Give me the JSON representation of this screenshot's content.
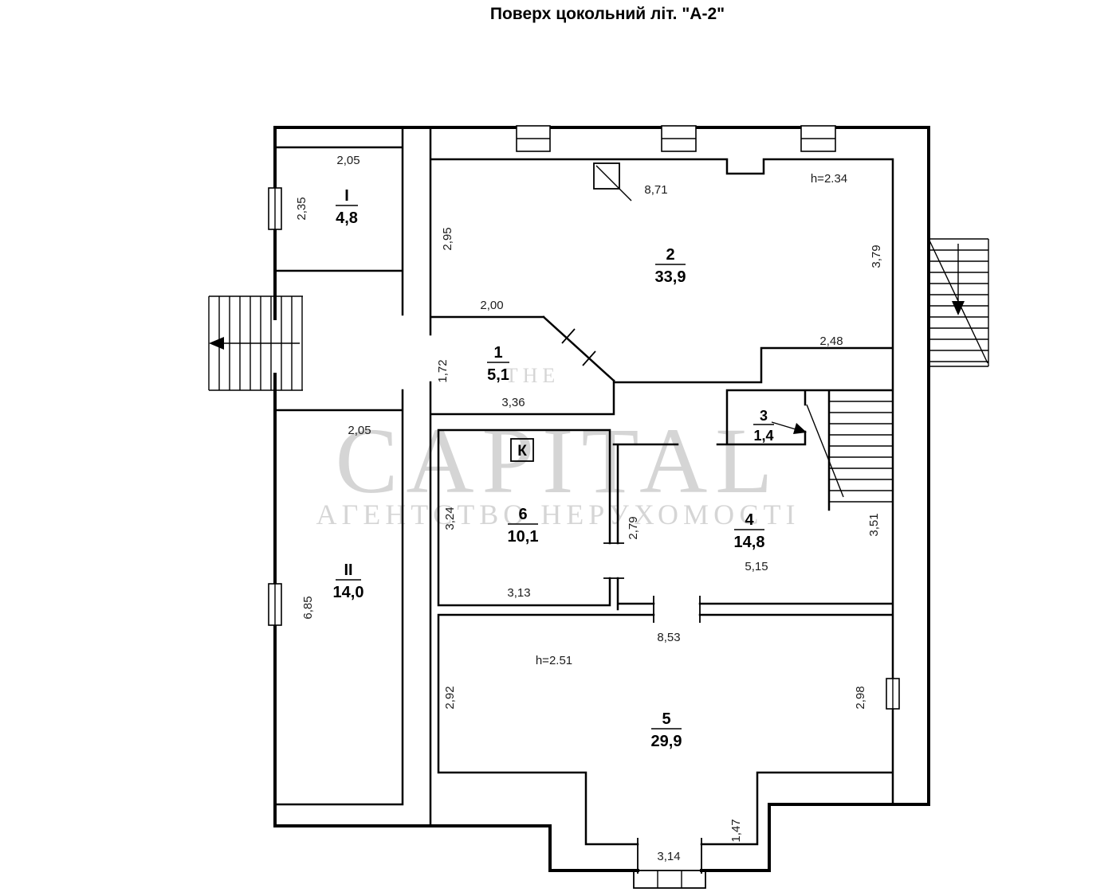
{
  "title": "Поверх цокольний літ. \"А-2\"",
  "watermark": {
    "the": "THE",
    "capital": "CAPITAL",
    "agency": "АГЕНТСТВО НЕРУХОМОСТІ"
  },
  "rooms": {
    "r1": {
      "num": "1",
      "area": "5,1"
    },
    "r2": {
      "num": "2",
      "area": "33,9"
    },
    "r3": {
      "num": "3",
      "area": "1,4"
    },
    "r4": {
      "num": "4",
      "area": "14,8"
    },
    "r5": {
      "num": "5",
      "area": "29,9"
    },
    "r6": {
      "num": "6",
      "area": "10,1"
    },
    "rI": {
      "num": "I",
      "area": "4,8"
    },
    "rII": {
      "num": "II",
      "area": "14,0"
    }
  },
  "markers": {
    "kitchen": "К"
  },
  "dims": {
    "i_w": "2,05",
    "i_h": "2,35",
    "ii_w": "2,05",
    "ii_h": "6,85",
    "r2_l": "2,95",
    "r2_t": "8,71",
    "r2_r": "3,79",
    "r2_b": "2,48",
    "r2_h": "h=2.34",
    "r1_t": "2,00",
    "r1_l": "1,72",
    "r1_b": "3,36",
    "r6_l": "3,24",
    "r6_b": "3,13",
    "c_h": "2,79",
    "r4_b": "5,15",
    "r4_r": "3,51",
    "r5_t": "8,53",
    "r5_l": "2,92",
    "r5_r": "2,98",
    "r5_h": "h=2.51",
    "p_h": "1,47",
    "p_b": "3,14"
  }
}
